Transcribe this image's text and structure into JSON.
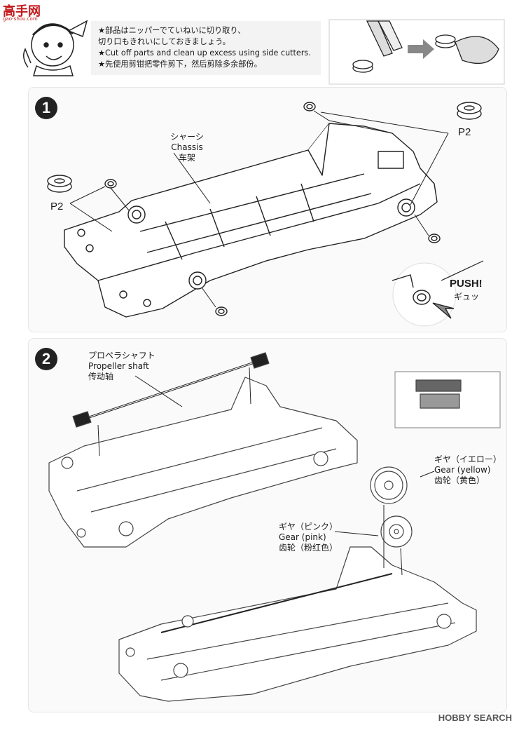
{
  "header": {
    "logo_cn": "高手网",
    "logo_sub": "gao-shou.com"
  },
  "tip": {
    "lines": [
      "★部品はニッパーでていねいに切り取り、",
      "切り口もきれいにしておきましょう。",
      "★Cut off parts and clean up excess using side cutters.",
      "★先使用剪钳把零件剪下，然后剪除多余部份。"
    ]
  },
  "step1": {
    "number": "1",
    "chassis_jp": "シャーシ",
    "chassis_en": "Chassis",
    "chassis_cn": "车架",
    "part_left": "P2",
    "part_right": "P2",
    "push_en": "PUSH!",
    "push_jp": "ギュッ"
  },
  "step2": {
    "number": "2",
    "shaft_jp": "プロペラシャフト",
    "shaft_en": "Propeller shaft",
    "shaft_cn": "传动轴",
    "gear_yellow_jp": "ギヤ（イエロー）",
    "gear_yellow_en": "Gear (yellow)",
    "gear_yellow_cn": "齿轮（黄色）",
    "gear_pink_jp": "ギヤ（ピンク）",
    "gear_pink_en": "Gear (pink)",
    "gear_pink_cn": "齿轮（粉红色）"
  },
  "footer": {
    "watermark": "HOBBY SEARCH"
  }
}
